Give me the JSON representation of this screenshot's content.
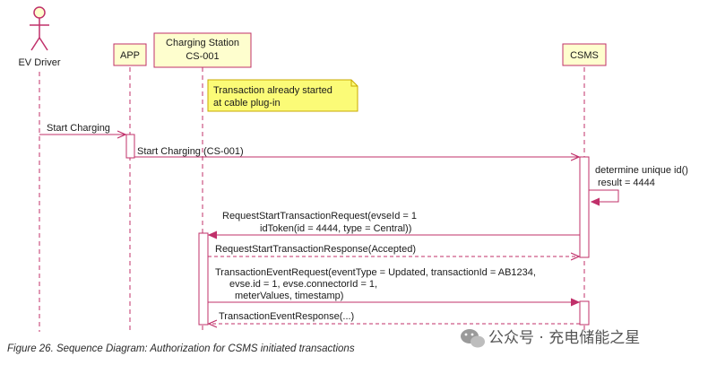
{
  "colors": {
    "lifeline": "#c0306a",
    "participant_fill": "#fefece",
    "participant_border": "#c0306a",
    "note_fill": "#fbfb77",
    "note_border": "#c9a900",
    "activation_fill": "#ffffff",
    "message_line": "#c0306a",
    "text": "#1a1a1a"
  },
  "participants": {
    "actor": "EV Driver",
    "app": "APP",
    "station_line1": "Charging Station",
    "station_line2": "CS-001",
    "csms": "CSMS"
  },
  "note": {
    "line1": "Transaction already started",
    "line2": "at cable plug-in"
  },
  "messages": {
    "m1": "Start Charging",
    "m2": "Start Charging (CS-001)",
    "self_line1": "determine unique id()",
    "self_line2": "result = 4444",
    "m3_line1": "RequestStartTransactionRequest(evseId = 1",
    "m3_line2": "idToken(id = 4444, type = Central))",
    "m4": "RequestStartTransactionResponse(Accepted)",
    "m5_line1": "TransactionEventRequest(eventType = Updated, transactionId = AB1234,",
    "m5_line2": "evse.id = 1, evse.connectorId = 1,",
    "m5_line3": "meterValues, timestamp)",
    "m6": "TransactionEventResponse(...)"
  },
  "caption": "Figure 26. Sequence Diagram: Authorization for CSMS initiated transactions",
  "watermark": {
    "icon": "wechat-icon",
    "text": "公众号 · 充电储能之星"
  }
}
